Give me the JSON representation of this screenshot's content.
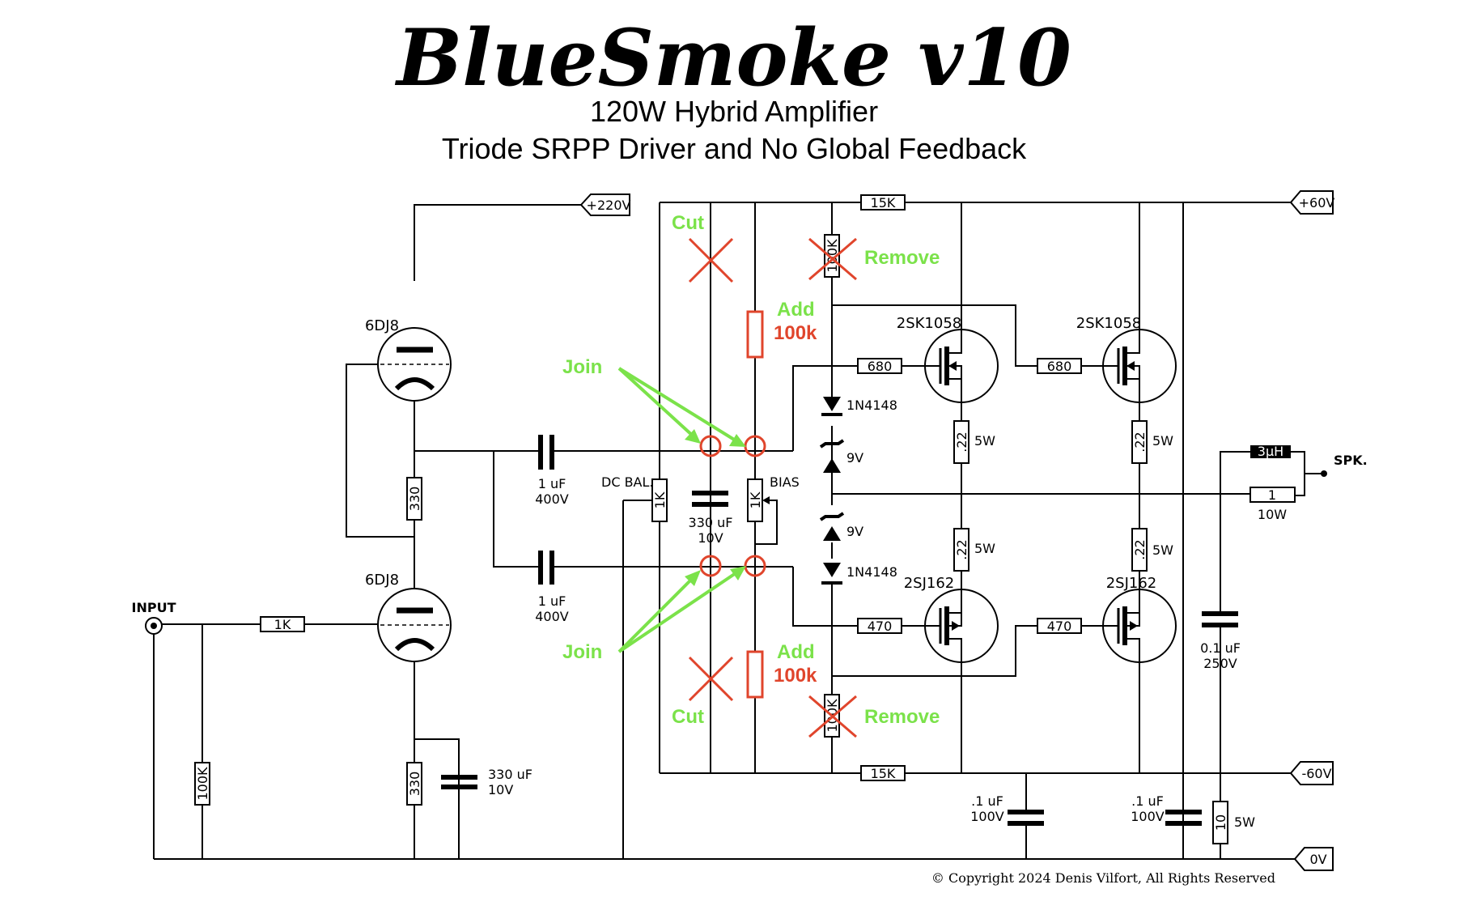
{
  "title": "BlueSmoke v10",
  "subtitle_1": "120W Hybrid Amplifier",
  "subtitle_2": "Triode SRPP Driver and No Global Feedback",
  "rails": {
    "plus220": "+220V",
    "plus60": "+60V",
    "minus60": "-60V",
    "zero": "0V"
  },
  "tubes": {
    "upper": "6DJ8",
    "lower": "6DJ8"
  },
  "input_label": "INPUT",
  "speaker_label": "SPK.",
  "resistors": {
    "r_15k_top": "15K",
    "r_15k_bottom": "15K",
    "r_100k_top": "100K",
    "r_100k_bottom": "100K",
    "r_330_upper": "330",
    "r_330_lower": "330",
    "r_1k_input": "1K",
    "r_100k_input": "100K",
    "r_680_a": "680",
    "r_680_b": "680",
    "r_470_a": "470",
    "r_470_b": "470",
    "r_022_a": ".22",
    "r_022_b": ".22",
    "r_022_c": ".22",
    "r_022_d": ".22",
    "r_1_out": "1",
    "r_10_zobel": "10",
    "pot_dcbal": "1K",
    "pot_bias": "1K",
    "r_022_power": "5W",
    "r_1_power": "10W"
  },
  "labels": {
    "dc_bal": "DC BAL.",
    "bias": "BIAS",
    "inductor": "3µH"
  },
  "capacitors": {
    "c_coupling_top": [
      "1 uF",
      "400V"
    ],
    "c_coupling_bottom": [
      "1 uF",
      "400V"
    ],
    "c_center": [
      "330 uF",
      "10V"
    ],
    "c_cathode": [
      "330 uF",
      "10V"
    ],
    "c_zobel": [
      "0.1 uF",
      "250V"
    ],
    "c_rail_a": [
      ".1 uF",
      "100V"
    ],
    "c_rail_b": [
      ".1 uF",
      "100V"
    ]
  },
  "semis": {
    "d_top": "1N4148",
    "d_bottom": "1N4148",
    "z_top": "9V",
    "z_bottom": "9V",
    "q1": "2SK1058",
    "q2": "2SK1058",
    "q3": "2SJ162",
    "q4": "2SJ162"
  },
  "annotations": {
    "cut_top": "Cut",
    "cut_bottom": "Cut",
    "remove_top": "Remove",
    "remove_bottom": "Remove",
    "add_top": [
      "Add",
      "100k"
    ],
    "add_bottom": [
      "Add",
      "100k"
    ],
    "join_top": "Join",
    "join_bottom": "Join"
  },
  "copyright": "© Copyright 2024 Denis Vilfort, All Rights Reserved",
  "colors": {
    "annotation_green": "#7be24a",
    "annotation_red": "#e0452c"
  }
}
